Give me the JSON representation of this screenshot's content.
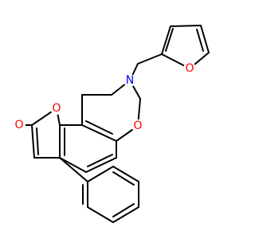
{
  "colors": {
    "background": "#ffffff",
    "bond": "#000000",
    "oxygen": "#ff0000",
    "nitrogen": "#0000ff"
  },
  "atoms": {
    "furan_o": "O",
    "amine_n": "N",
    "ring_o": "O",
    "lactone_o": "O",
    "carbonyl_o": "O"
  }
}
